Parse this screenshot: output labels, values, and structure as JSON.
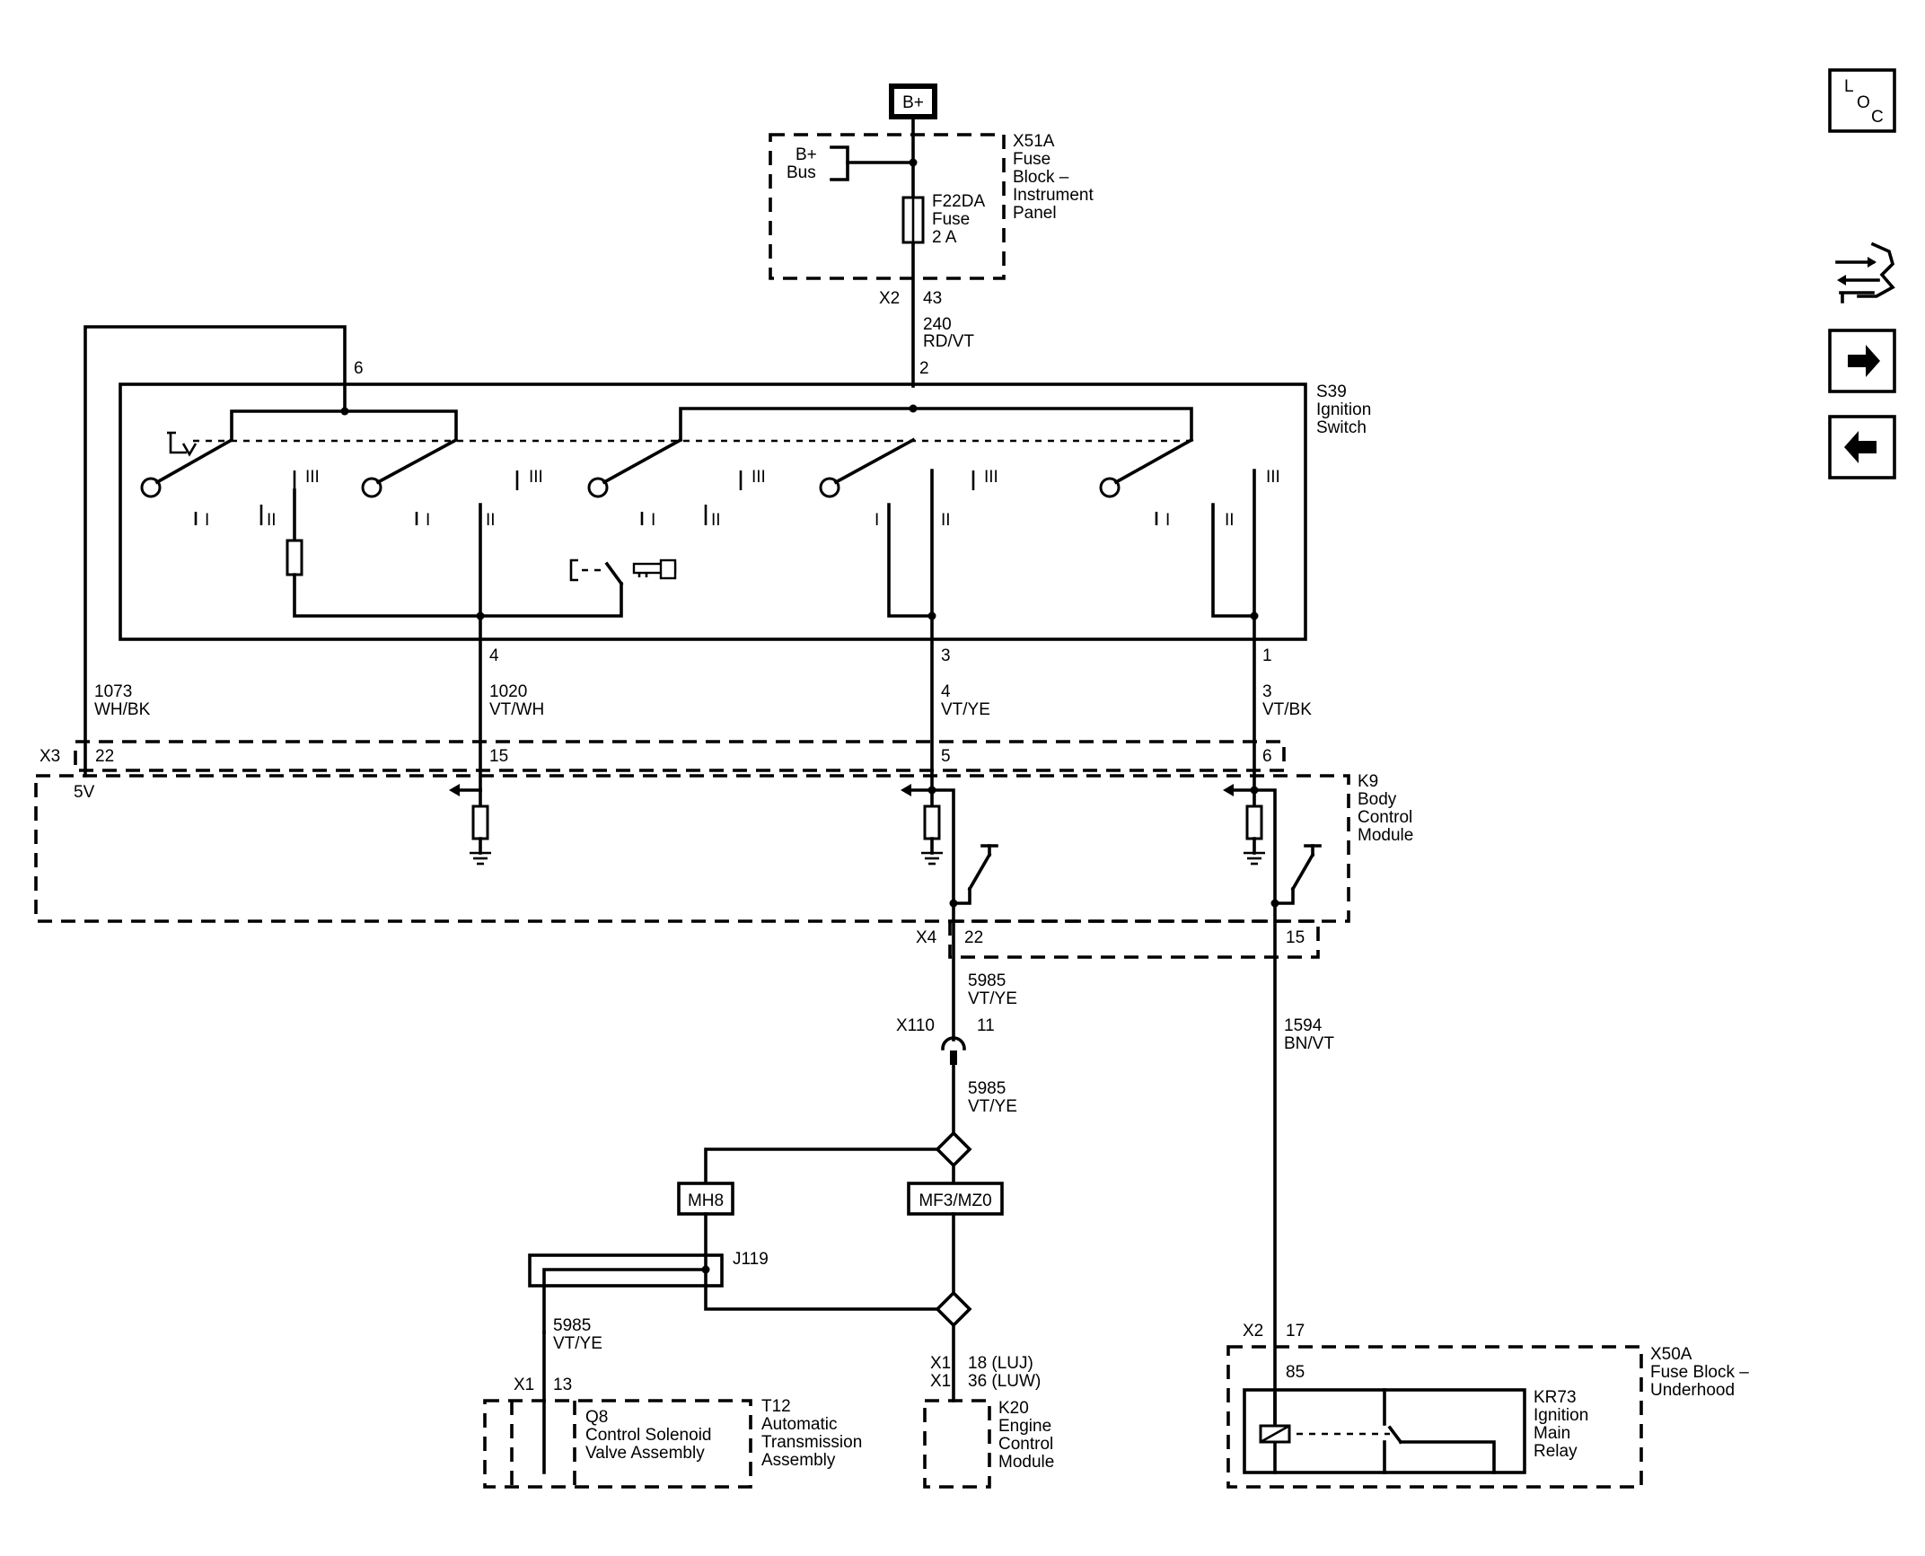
{
  "power": {
    "bplus": "B+",
    "bus": [
      "B+",
      "Bus"
    ]
  },
  "fuse_block_ip": {
    "id": "X51A",
    "name": [
      "Fuse",
      "Block –",
      "Instrument",
      "Panel"
    ]
  },
  "fuse": {
    "lines": [
      "F22DA",
      "Fuse",
      "2 A"
    ]
  },
  "x2_top": {
    "conn": "X2",
    "pin": "43"
  },
  "wire_240": {
    "circuit": "240",
    "color": "RD/VT",
    "pin": "2"
  },
  "wire_6": {
    "pin": "6"
  },
  "ignition_switch": {
    "id": "S39",
    "name": [
      "Ignition",
      "Switch"
    ]
  },
  "positions": {
    "i": "I",
    "ii": "II",
    "iii": "III"
  },
  "pins_mid": {
    "p4": "4",
    "p3": "3",
    "p1": "1"
  },
  "wire_1073": {
    "circuit": "1073",
    "color": "WH/BK"
  },
  "wire_1020": {
    "circuit": "1020",
    "color": "VT/WH"
  },
  "wire_4vtye": {
    "circuit": "4",
    "color": "VT/YE"
  },
  "wire_3vtbk": {
    "circuit": "3",
    "color": "VT/BK"
  },
  "x3": {
    "conn": "X3",
    "p22": "22",
    "p15": "15",
    "p5": "5",
    "p6": "6"
  },
  "bcm": {
    "id": "K9",
    "name": [
      "Body",
      "Control",
      "Module"
    ],
    "ref": "5V"
  },
  "x4": {
    "conn": "X4",
    "p22": "22",
    "p15": "15"
  },
  "wire_5985a": {
    "circuit": "5985",
    "color": "VT/YE"
  },
  "x110": {
    "conn": "X110",
    "pin": "11"
  },
  "wire_5985b": {
    "circuit": "5985",
    "color": "VT/YE"
  },
  "wire_1594": {
    "circuit": "1594",
    "color": "BN/VT"
  },
  "options": {
    "mh8": "MH8",
    "mf3": "MF3/MZ0"
  },
  "j119": "J119",
  "wire_5985c": {
    "circuit": "5985",
    "color": "VT/YE"
  },
  "trans": {
    "conn": "X1",
    "pin": "13",
    "q8": [
      "Q8",
      "Control Solenoid",
      "Valve Assembly"
    ],
    "t12": [
      "T12",
      "Automatic",
      "Transmission",
      "Assembly"
    ]
  },
  "ecm": {
    "conn1": "X1",
    "pin1": "18 (LUJ)",
    "conn2": "X1",
    "pin2": "36 (LUW)",
    "name": [
      "K20",
      "Engine",
      "Control",
      "Module"
    ]
  },
  "x2_bottom": {
    "conn": "X2",
    "pin": "17"
  },
  "fuse_block_uh": {
    "id": "X50A",
    "name": [
      "Fuse Block –",
      "Underhood"
    ]
  },
  "relay": {
    "pin": "85",
    "name": [
      "KR73",
      "Ignition",
      "Main",
      "Relay"
    ]
  },
  "nav": {
    "loc": [
      "L",
      "O",
      "C"
    ],
    "icons": [
      "connector-icon",
      "arrow-right-icon",
      "arrow-left-icon"
    ]
  }
}
